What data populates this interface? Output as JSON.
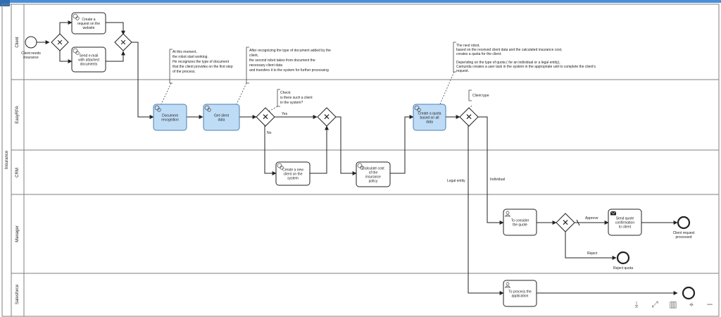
{
  "pool": {
    "label": "Insurance"
  },
  "lanes": [
    {
      "id": "client",
      "label": "Client"
    },
    {
      "id": "easyrpa",
      "label": "EasyRPA"
    },
    {
      "id": "crm",
      "label": "CRM"
    },
    {
      "id": "manager",
      "label": "Manager"
    },
    {
      "id": "salesforce",
      "label": "Salesforce"
    }
  ],
  "events": {
    "start": "Client needs insurance",
    "end_processed": "Client request processed",
    "end_reject": "Reject quota"
  },
  "tasks": {
    "create_request": "Create a request on the website",
    "send_email": "Send e-mail with attached documents",
    "doc_recognition": "Document recognition",
    "get_client_data": "Get client data",
    "create_client": "Create a new client on the system",
    "calculate_cost": "Calculate cost of the insurance policy",
    "create_quota": "Create a quota based on all data",
    "consider_quote": "To consider the quote",
    "send_confirmation": "Send quote confirmation to client",
    "process_application": "To process the application"
  },
  "annotations": {
    "robot_start": [
      "At this moment,",
      "the robot start working.",
      "He recognizes the type of document",
      "that the client provides on the first step",
      "of the process."
    ],
    "second_robot": [
      "After recognizing the type of document added by the",
      "client,",
      "the second robot takes from document the",
      "necessary client data",
      "and transfers it to the system for further processing"
    ],
    "next_robot": [
      "The next robot,",
      "based on the received client data and the calculated insurance cost,",
      "creates a quota for the client.",
      "",
      "Depending on the type of quota ( for an individual or a legal entity),",
      "Camunda creates a user task in the system in the appropriate unit to complete the client's",
      "request."
    ],
    "check_client": [
      "Check:",
      "is there such a client",
      "in the system?"
    ],
    "client_type": [
      "Client type"
    ]
  },
  "flow_labels": {
    "yes": "Yes",
    "no": "No",
    "legal_entity": "Legal entity",
    "individual": "Individual",
    "approve": "Approve",
    "reject": "Reject"
  },
  "colors": {
    "robot_fill": "#bfdcf6",
    "robot_stroke": "#4a7fb0",
    "task_fill": "#ffffff",
    "stroke": "#222222",
    "lane_line": "#7f7f7f",
    "accent_bar": "#4a90d9"
  },
  "icons": {
    "robot_task": "gears-icon",
    "user_task": "user-icon",
    "send_task": "envelope-icon",
    "toolbar": [
      "download-icon",
      "fullscreen-icon",
      "map-icon",
      "crosshair-icon",
      "zoom-out-icon"
    ]
  }
}
